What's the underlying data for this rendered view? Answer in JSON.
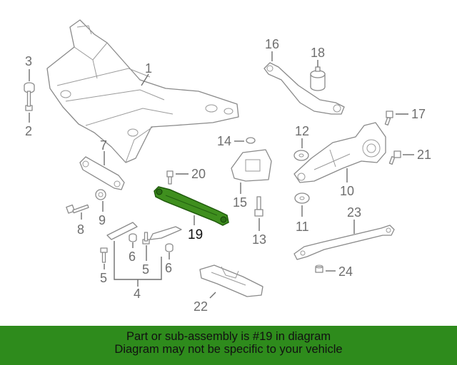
{
  "diagram": {
    "callouts": [
      {
        "id": "1",
        "text": "1"
      },
      {
        "id": "2",
        "text": "2"
      },
      {
        "id": "3",
        "text": "3"
      },
      {
        "id": "4",
        "text": "4"
      },
      {
        "id": "5a",
        "text": "5"
      },
      {
        "id": "5b",
        "text": "5"
      },
      {
        "id": "6a",
        "text": "6"
      },
      {
        "id": "6b",
        "text": "6"
      },
      {
        "id": "7",
        "text": "7"
      },
      {
        "id": "8",
        "text": "8"
      },
      {
        "id": "9",
        "text": "9"
      },
      {
        "id": "10",
        "text": "10"
      },
      {
        "id": "11",
        "text": "11"
      },
      {
        "id": "12",
        "text": "12"
      },
      {
        "id": "13",
        "text": "13"
      },
      {
        "id": "14",
        "text": "14"
      },
      {
        "id": "15",
        "text": "15"
      },
      {
        "id": "16",
        "text": "16"
      },
      {
        "id": "17",
        "text": "17"
      },
      {
        "id": "18",
        "text": "18"
      },
      {
        "id": "19",
        "text": "19"
      },
      {
        "id": "20",
        "text": "20"
      },
      {
        "id": "21",
        "text": "21"
      },
      {
        "id": "22",
        "text": "22"
      },
      {
        "id": "23",
        "text": "23"
      },
      {
        "id": "24",
        "text": "24"
      }
    ],
    "highlighted_part": "19",
    "highlight_color": "#3f8f1e"
  },
  "banner": {
    "line1": "Part or sub-assembly is #19 in diagram",
    "line2": "Diagram may not be specific to your vehicle",
    "background": "#2e8b1c"
  }
}
